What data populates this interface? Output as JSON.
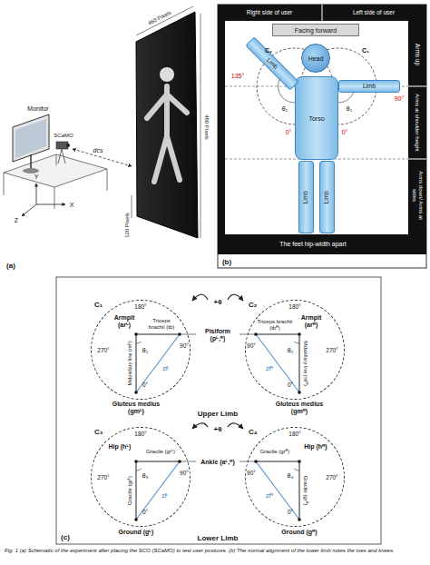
{
  "diagram": {
    "caption": "Fig. 1 (a) Schematic of the experiment after placing the SCO (SCaMO) to test user postures. (b) The normal alignment of the lower limb notes the toes and knees",
    "nodes": [
      {
        "text": [
          "Facing forward"
        ]
      },
      {
        "text": [
          "Head"
        ]
      },
      {
        "text": [
          "Torso"
        ]
      },
      {
        "text": [
          "Limb"
        ]
      },
      {
        "text": [
          "Limb"
        ]
      },
      {
        "text": [
          "Limb"
        ]
      },
      {
        "text": [
          "Limb"
        ]
      },
      {
        "text": [
          "C₁"
        ]
      },
      {
        "text": [
          "C₂"
        ]
      },
      {
        "text": [
          "C₃"
        ]
      },
      {
        "text": [
          "C₄"
        ]
      }
    ],
    "labels": [
      "Monitor",
      "SCaMO",
      "dcs",
      "460 Pixels",
      "480 Pixels",
      "120 Pixels",
      "Y",
      "Z",
      "X",
      "(a)",
      "Right side of user",
      "Left side of user",
      "C₂",
      "C₁",
      "135°",
      "θ₂",
      "θ₁",
      "90°",
      "0°",
      "0°",
      "Arms up",
      "Arms at shoulder height",
      "Arms down/ Arms at sides",
      "The feet hip-width apart",
      "(b)",
      "+θ",
      "180°",
      "270°",
      "90°",
      "0°",
      "Armpit (arᴸ)",
      "Triceps brachii (tb)",
      "Midaxillary line (mlᴸ)",
      "θ₁",
      "zlᴸ",
      "Gluteus medius (gmᴸ)",
      "Pisiform (pᴸ,ᴿ)",
      "180°",
      "90°",
      "270°",
      "0°",
      "Armpit (arᴿ)",
      "Triceps brachii (tbᴿ)",
      "Midaxillary line (mlᴿ)",
      "θ₂",
      "zlᴿ",
      "Gluteus medius (gmᴿ)",
      "Upper Limb",
      "+θ",
      "180°",
      "270°",
      "90°",
      "0°",
      "Hip (hᴸ)",
      "Gracile (grᴸ)",
      "Gracile (grᴸ)",
      "θ₃",
      "zlᴸ",
      "Ground (gᴸ)",
      "Ankle (aᴸ,ᴿ)",
      "180°",
      "90°",
      "270°",
      "0°",
      "Hip (hᴿ)",
      "Gracile (grᴿ)",
      "Gracile (grᴿ)",
      "θ₄",
      "zlᴿ",
      "Ground (gᴿ)",
      "Lower Limb",
      "(c)"
    ]
  }
}
